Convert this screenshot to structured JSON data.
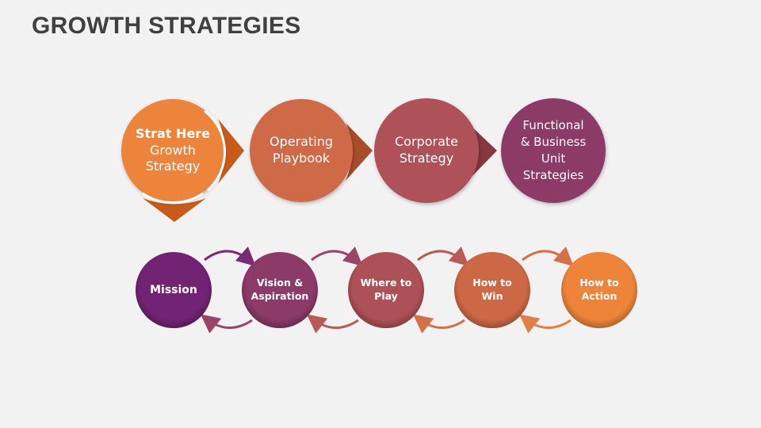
{
  "title": "GROWTH STRATEGIES",
  "top_flow": {
    "steps": [
      {
        "heading": "Strat Here",
        "label": "Growth\nStrategy",
        "color": "#ed843a"
      },
      {
        "label": "Operating\nPlaybook",
        "color": "#cf6a48"
      },
      {
        "label": "Corporate\nStrategy",
        "color": "#ae5158"
      },
      {
        "label": "Functional\n& Business\nUnit\nStrategies",
        "color": "#8b3a66"
      }
    ],
    "arrow_colors": [
      "#c85a1a",
      "#a84c2a",
      "#85383f"
    ]
  },
  "bottom_cycle": {
    "steps": [
      {
        "label": "Mission",
        "color": "#722374"
      },
      {
        "label": "Vision &\nAspiration",
        "color": "#8c3a68"
      },
      {
        "label": "Where to\nPlay",
        "color": "#ad5156"
      },
      {
        "label": "How to\nWin",
        "color": "#cd6846"
      },
      {
        "label": "How to\nAction",
        "color": "#ed843a"
      }
    ]
  }
}
